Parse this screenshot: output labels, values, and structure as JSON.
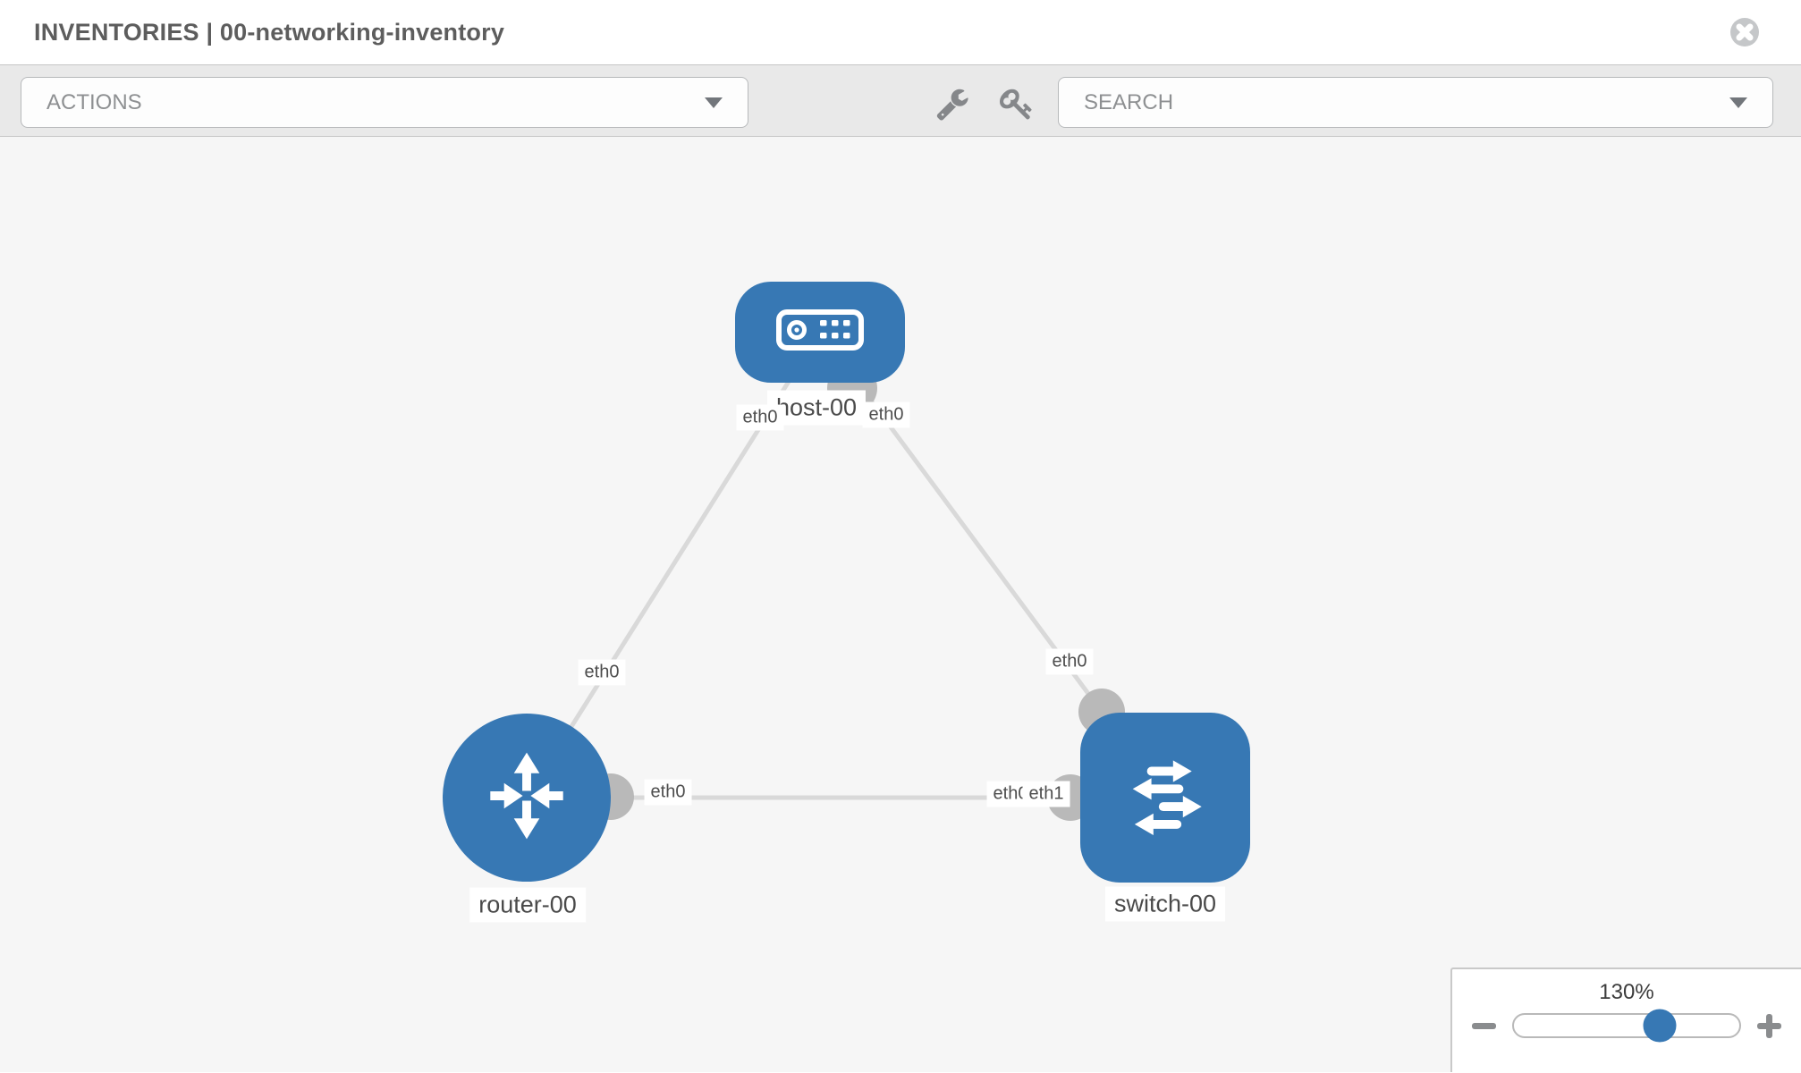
{
  "header": {
    "title": "INVENTORIES | 00-networking-inventory"
  },
  "toolbar": {
    "actions_label": "ACTIONS",
    "search_label": "SEARCH",
    "icons": [
      "wrench-icon",
      "key-icon"
    ]
  },
  "diagram": {
    "nodes": [
      {
        "id": "host-00",
        "type": "host",
        "label": "host-00"
      },
      {
        "id": "router-00",
        "type": "router",
        "label": "router-00"
      },
      {
        "id": "switch-00",
        "type": "switch",
        "label": "switch-00"
      }
    ],
    "links": [
      {
        "from": "host-00",
        "to": "router-00",
        "from_interface": "eth0",
        "to_interface": "eth0"
      },
      {
        "from": "host-00",
        "to": "switch-00",
        "from_interface": "eth0",
        "to_interface": "eth0"
      },
      {
        "from": "router-00",
        "to": "switch-00",
        "from_interface": "eth0",
        "to_interface": "eth1"
      }
    ],
    "iface_labels": {
      "host_router_host": "eth0",
      "host_router_router": "eth0",
      "host_switch_host": "eth0",
      "host_switch_switch": "eth0",
      "router_switch_router": "eth0",
      "router_switch_switch_under": "eth0",
      "router_switch_switch": "eth1"
    }
  },
  "zoom_control": {
    "value": "130%",
    "percent_position": 64.5
  },
  "colors": {
    "node_blue": "#3778b4",
    "link_gray": "#d9d9d9",
    "connector_gray": "#b9b9b9",
    "toolbar_bg": "#e9e9e9",
    "canvas_bg": "#f6f6f6",
    "title_text": "#5d5d5d",
    "muted_text": "#8e9092"
  }
}
